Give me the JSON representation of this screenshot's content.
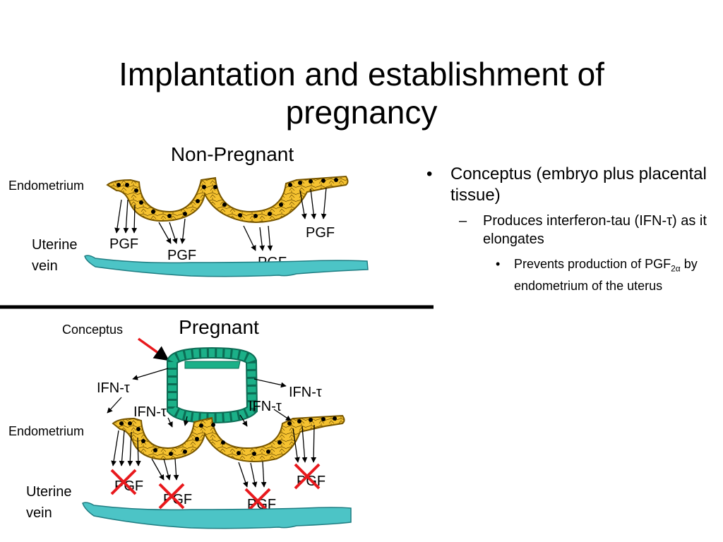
{
  "title_line1": "Implantation and establishment of",
  "title_line2": "pregnancy",
  "top_panel": {
    "heading": "Non-Pregnant",
    "endometrium_label": "Endometrium",
    "vein_label_line1": "Uterine",
    "vein_label_line2": "vein",
    "pgf_labels": [
      "PGF",
      "PGF",
      "PGF",
      "PGF"
    ]
  },
  "bottom_panel": {
    "heading": "Pregnant",
    "conceptus_label": "Conceptus",
    "endometrium_label": "Endometrium",
    "vein_label_line1": "Uterine",
    "vein_label_line2": "vein",
    "ifn_labels": [
      "IFN-τ",
      "IFN-τ",
      "IFN-τ",
      "IFN-τ"
    ],
    "pgf_labels": [
      "PGF",
      "PGF",
      "PGF",
      "PGF"
    ]
  },
  "bullets": {
    "level1": "Conceptus (embryo plus placental tissue)",
    "level2": "Produces interferon-tau (IFN-τ) as it elongates",
    "level3_prefix": "Prevents production of PGF",
    "level3_sub": "2α",
    "level3_suffix": " by endometrium of the uterus"
  },
  "colors": {
    "endometrium_fill": "#f5c230",
    "vein_fill": "#4cc4c6",
    "conceptus_fill": "#1bb088",
    "blocked_mark": "#e8191d",
    "divider": "#000000"
  }
}
